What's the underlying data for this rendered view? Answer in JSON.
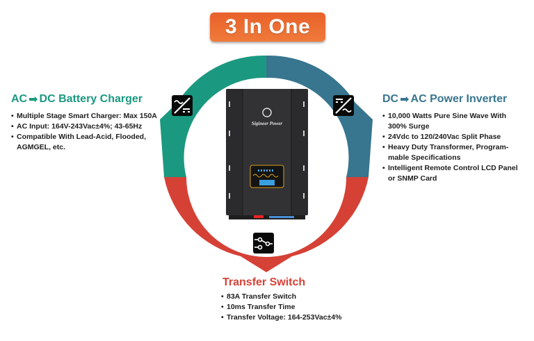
{
  "header": {
    "title": "3 In One",
    "title_bg": "#ec6a2f"
  },
  "colors": {
    "charger": "#1a9980",
    "inverter": "#38758e",
    "transfer": "#d64136",
    "text": "#1d1d1d"
  },
  "sections": {
    "charger": {
      "title_from": "AC",
      "title_arrow": "➡",
      "title_to": "DC Battery Charger",
      "icon": "ac-to-dc-icon",
      "bullets": [
        "Multiple Stage Smart Charger: Max 150A",
        "AC Input: 164V-243Vac±4%; 43-65Hz",
        "Compatible With Lead-Acid, Flooded, AGMGEL,  etc."
      ]
    },
    "inverter": {
      "title_from": "DC",
      "title_arrow": "➡",
      "title_to": "AC Power Inverter",
      "icon": "dc-to-ac-icon",
      "bullets": [
        "10,000 Watts Pure Sine Wave With 300% Surge",
        "24Vdc to 120/240Vac Split Phase",
        "Heavy Duty Transformer, Program-mable Specifications",
        "Intelligent Remote Control LCD Panel or SNMP Card"
      ]
    },
    "transfer": {
      "title": "Transfer Switch",
      "icon": "transfer-switch-icon",
      "bullets": [
        "83A Transfer Switch",
        "10ms Transfer Time",
        "Transfer Voltage: 164-253Vac±4%"
      ]
    }
  },
  "device": {
    "brand": "Sigineer Power"
  }
}
